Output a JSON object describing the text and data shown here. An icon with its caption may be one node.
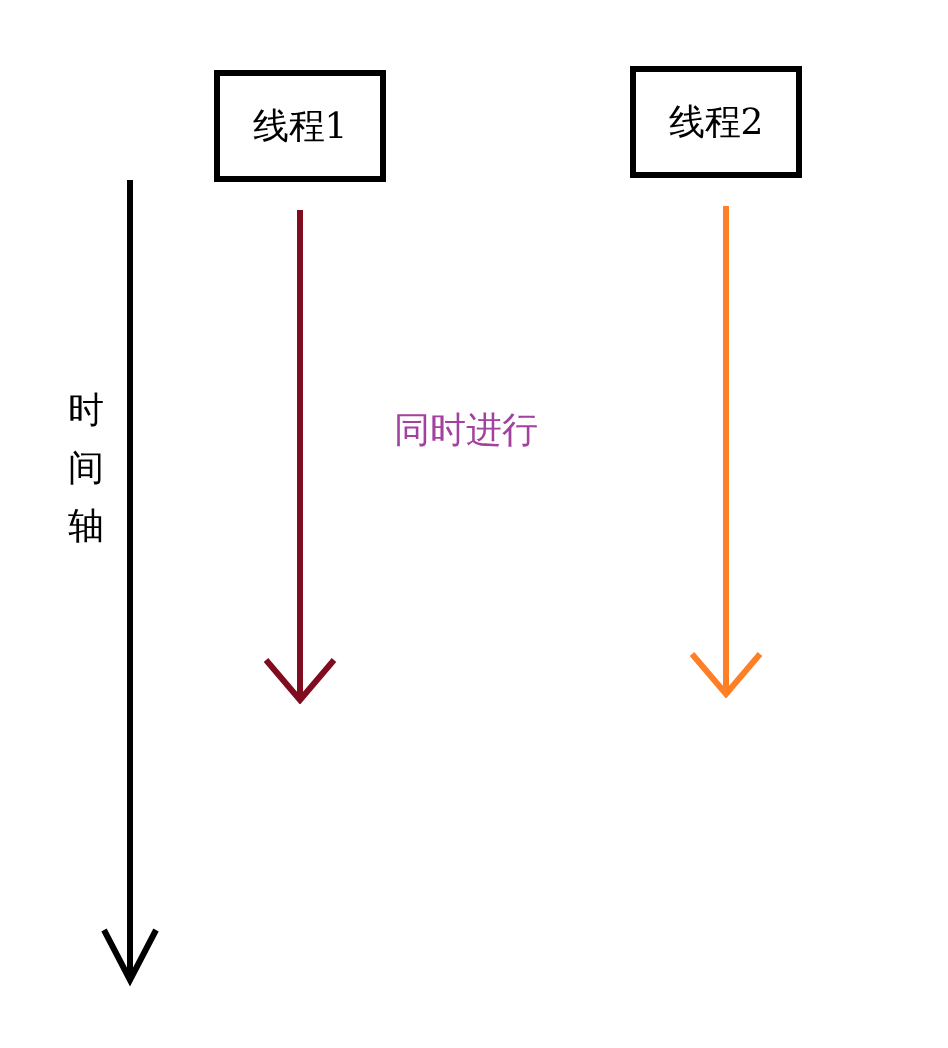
{
  "diagram": {
    "nodes": [
      {
        "text": [
          "线程1"
        ]
      },
      {
        "text": [
          "线程2"
        ]
      }
    ],
    "edges": [
      {
        "from": 0,
        "to": null,
        "arrow": "to",
        "color": "#7f0d1f"
      },
      {
        "from": 1,
        "to": null,
        "arrow": "to",
        "color": "#ff7f27"
      }
    ],
    "labels": [
      "时间轴",
      "同时进行"
    ]
  }
}
